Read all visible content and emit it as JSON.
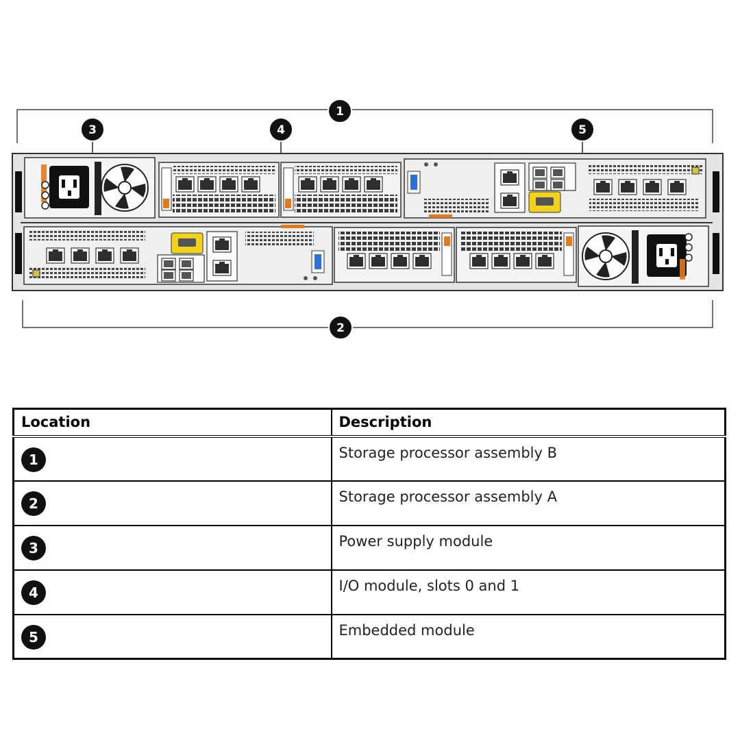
{
  "callouts": {
    "c1": "1",
    "c2": "2",
    "c3": "3",
    "c4": "4",
    "c5": "5"
  },
  "table": {
    "headers": {
      "location": "Location",
      "description": "Description"
    },
    "rows": [
      {
        "location": "1",
        "description": "Storage processor assembly B"
      },
      {
        "location": "2",
        "description": "Storage processor assembly A"
      },
      {
        "location": "3",
        "description": "Power supply module"
      },
      {
        "location": "4",
        "description": "I/O module, slots 0 and 1"
      },
      {
        "location": "5",
        "description": "Embedded module"
      }
    ]
  },
  "colors": {
    "chassis": "#e4e4e4",
    "port": "#2f2f2f",
    "latch_orange": "#e07a1f",
    "console_yellow": "#f2d21c",
    "callout_black": "#111111"
  }
}
